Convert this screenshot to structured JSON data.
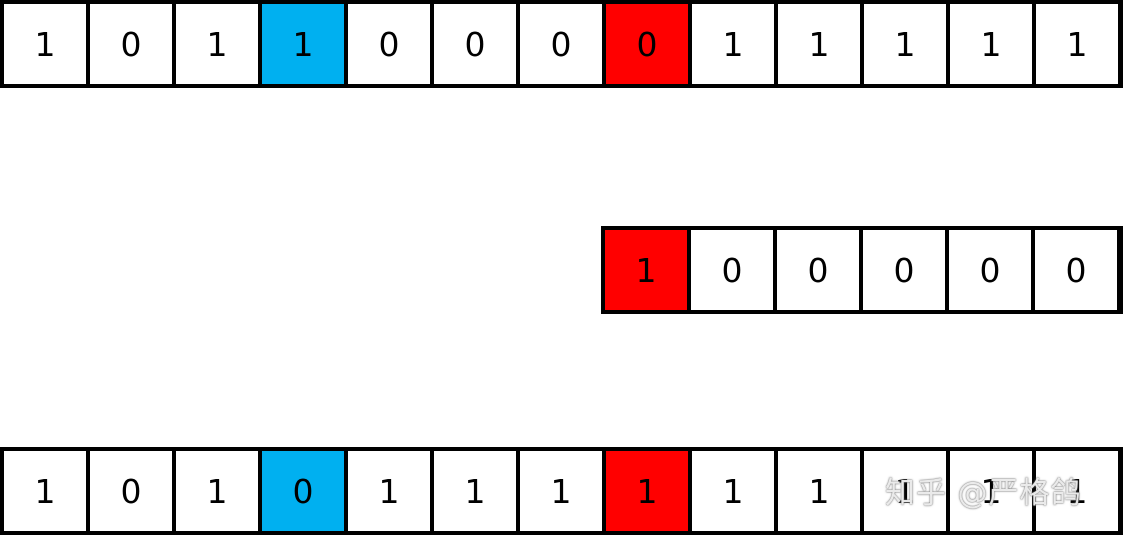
{
  "colors": {
    "highlight_blue": "#00b0f0",
    "highlight_red": "#ff0000",
    "cell_default": "#ffffff",
    "border": "#000000"
  },
  "rows": [
    {
      "cells": [
        {
          "value": "1",
          "highlight": ""
        },
        {
          "value": "0",
          "highlight": ""
        },
        {
          "value": "1",
          "highlight": ""
        },
        {
          "value": "1",
          "highlight": "blue"
        },
        {
          "value": "0",
          "highlight": ""
        },
        {
          "value": "0",
          "highlight": ""
        },
        {
          "value": "0",
          "highlight": ""
        },
        {
          "value": "0",
          "highlight": "red"
        },
        {
          "value": "1",
          "highlight": ""
        },
        {
          "value": "1",
          "highlight": ""
        },
        {
          "value": "1",
          "highlight": ""
        },
        {
          "value": "1",
          "highlight": ""
        },
        {
          "value": "1",
          "highlight": ""
        }
      ]
    },
    {
      "cells": [
        {
          "value": "1",
          "highlight": "red"
        },
        {
          "value": "0",
          "highlight": ""
        },
        {
          "value": "0",
          "highlight": ""
        },
        {
          "value": "0",
          "highlight": ""
        },
        {
          "value": "0",
          "highlight": ""
        },
        {
          "value": "0",
          "highlight": ""
        }
      ]
    },
    {
      "cells": [
        {
          "value": "1",
          "highlight": ""
        },
        {
          "value": "0",
          "highlight": ""
        },
        {
          "value": "1",
          "highlight": ""
        },
        {
          "value": "0",
          "highlight": "blue"
        },
        {
          "value": "1",
          "highlight": ""
        },
        {
          "value": "1",
          "highlight": ""
        },
        {
          "value": "1",
          "highlight": ""
        },
        {
          "value": "1",
          "highlight": "red"
        },
        {
          "value": "1",
          "highlight": ""
        },
        {
          "value": "1",
          "highlight": ""
        },
        {
          "value": "1",
          "highlight": ""
        },
        {
          "value": "1",
          "highlight": ""
        },
        {
          "value": "1",
          "highlight": ""
        }
      ]
    }
  ],
  "watermark": "知乎 @严格鸽"
}
